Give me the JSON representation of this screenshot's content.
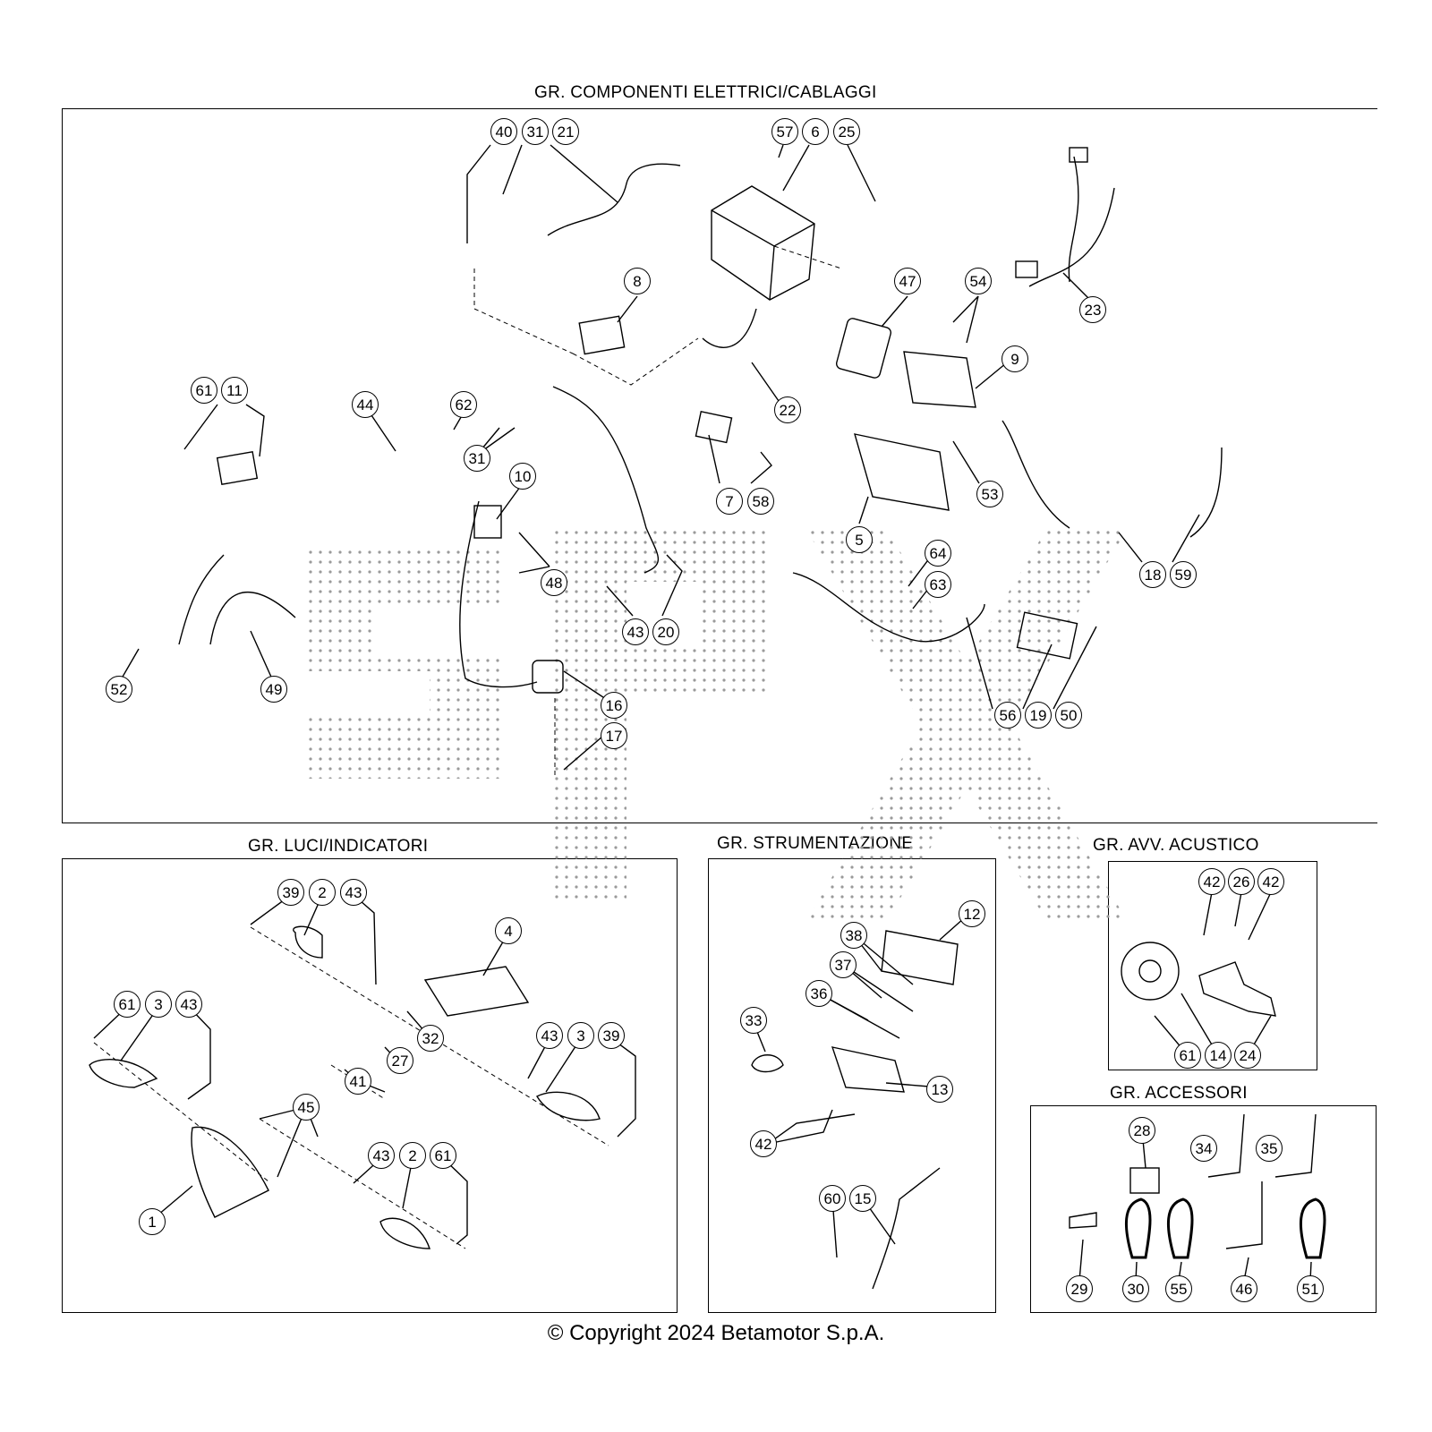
{
  "sections": {
    "electrical": "GR. COMPONENTI ELETTRICI/CABLAGGI",
    "lights": "GR. LUCI/INDICATORI",
    "instruments": "GR. STRUMENTAZIONE",
    "horn": "GR. AVV. ACUSTICO",
    "accessories": "GR. ACCESSORI"
  },
  "watermark": "SPX",
  "copyright": "© Copyright 2024 Betamotor S.p.A.",
  "callouts": {
    "electrical": [
      "40",
      "31",
      "21",
      "57",
      "6",
      "25",
      "8",
      "47",
      "54",
      "9",
      "23",
      "61",
      "11",
      "44",
      "62",
      "31",
      "22",
      "10",
      "7",
      "58",
      "53",
      "5",
      "48",
      "43",
      "20",
      "64",
      "63",
      "18",
      "59",
      "52",
      "49",
      "16",
      "17",
      "56",
      "19",
      "50"
    ],
    "lights": [
      "39",
      "2",
      "43",
      "4",
      "61",
      "3",
      "43",
      "32",
      "27",
      "43",
      "3",
      "39",
      "41",
      "45",
      "43",
      "2",
      "61",
      "1"
    ],
    "instruments": [
      "12",
      "38",
      "37",
      "36",
      "33",
      "13",
      "42",
      "60",
      "15"
    ],
    "horn": [
      "42",
      "26",
      "42",
      "61",
      "14",
      "24"
    ],
    "accessories": [
      "28",
      "34",
      "35",
      "29",
      "30",
      "55",
      "46",
      "51"
    ]
  }
}
